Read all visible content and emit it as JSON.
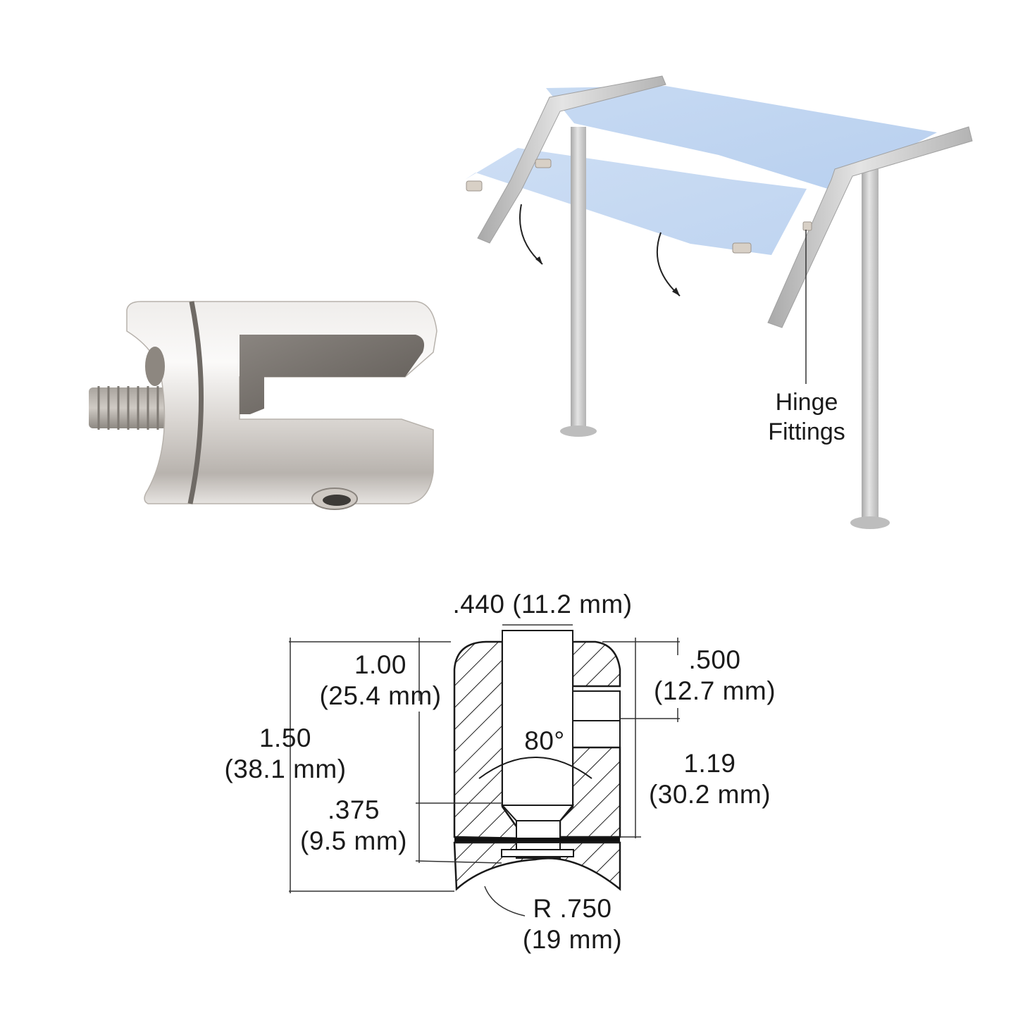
{
  "figure": {
    "product_photo": {
      "name": "Glass clamp fitting",
      "color_hex": "#d9d6d2"
    },
    "assembly_illustration": {
      "callout": {
        "line1": "Hinge",
        "line2": "Fittings"
      },
      "glass_color_hex": "#bcd3f0",
      "frame_color_hex": "#c9c9c9"
    },
    "technical_drawing": {
      "dimensions": {
        "slot_width": {
          "imperial": ".440",
          "metric": "(11.2 mm)",
          "label": ".440 (11.2 mm)"
        },
        "upper_depth": {
          "imperial": "1.00",
          "metric": "(25.4 mm)"
        },
        "total_height": {
          "imperial": "1.50",
          "metric": "(38.1 mm)"
        },
        "base_thickness": {
          "imperial": ".375",
          "metric": "(9.5 mm)"
        },
        "hole_offset": {
          "imperial": ".500",
          "metric": "(12.7 mm)"
        },
        "body_height": {
          "imperial": "1.19",
          "metric": "(30.2 mm)"
        },
        "angle": {
          "value": "80°"
        },
        "radius": {
          "imperial": "R .750",
          "metric": "(19 mm)"
        }
      }
    }
  }
}
